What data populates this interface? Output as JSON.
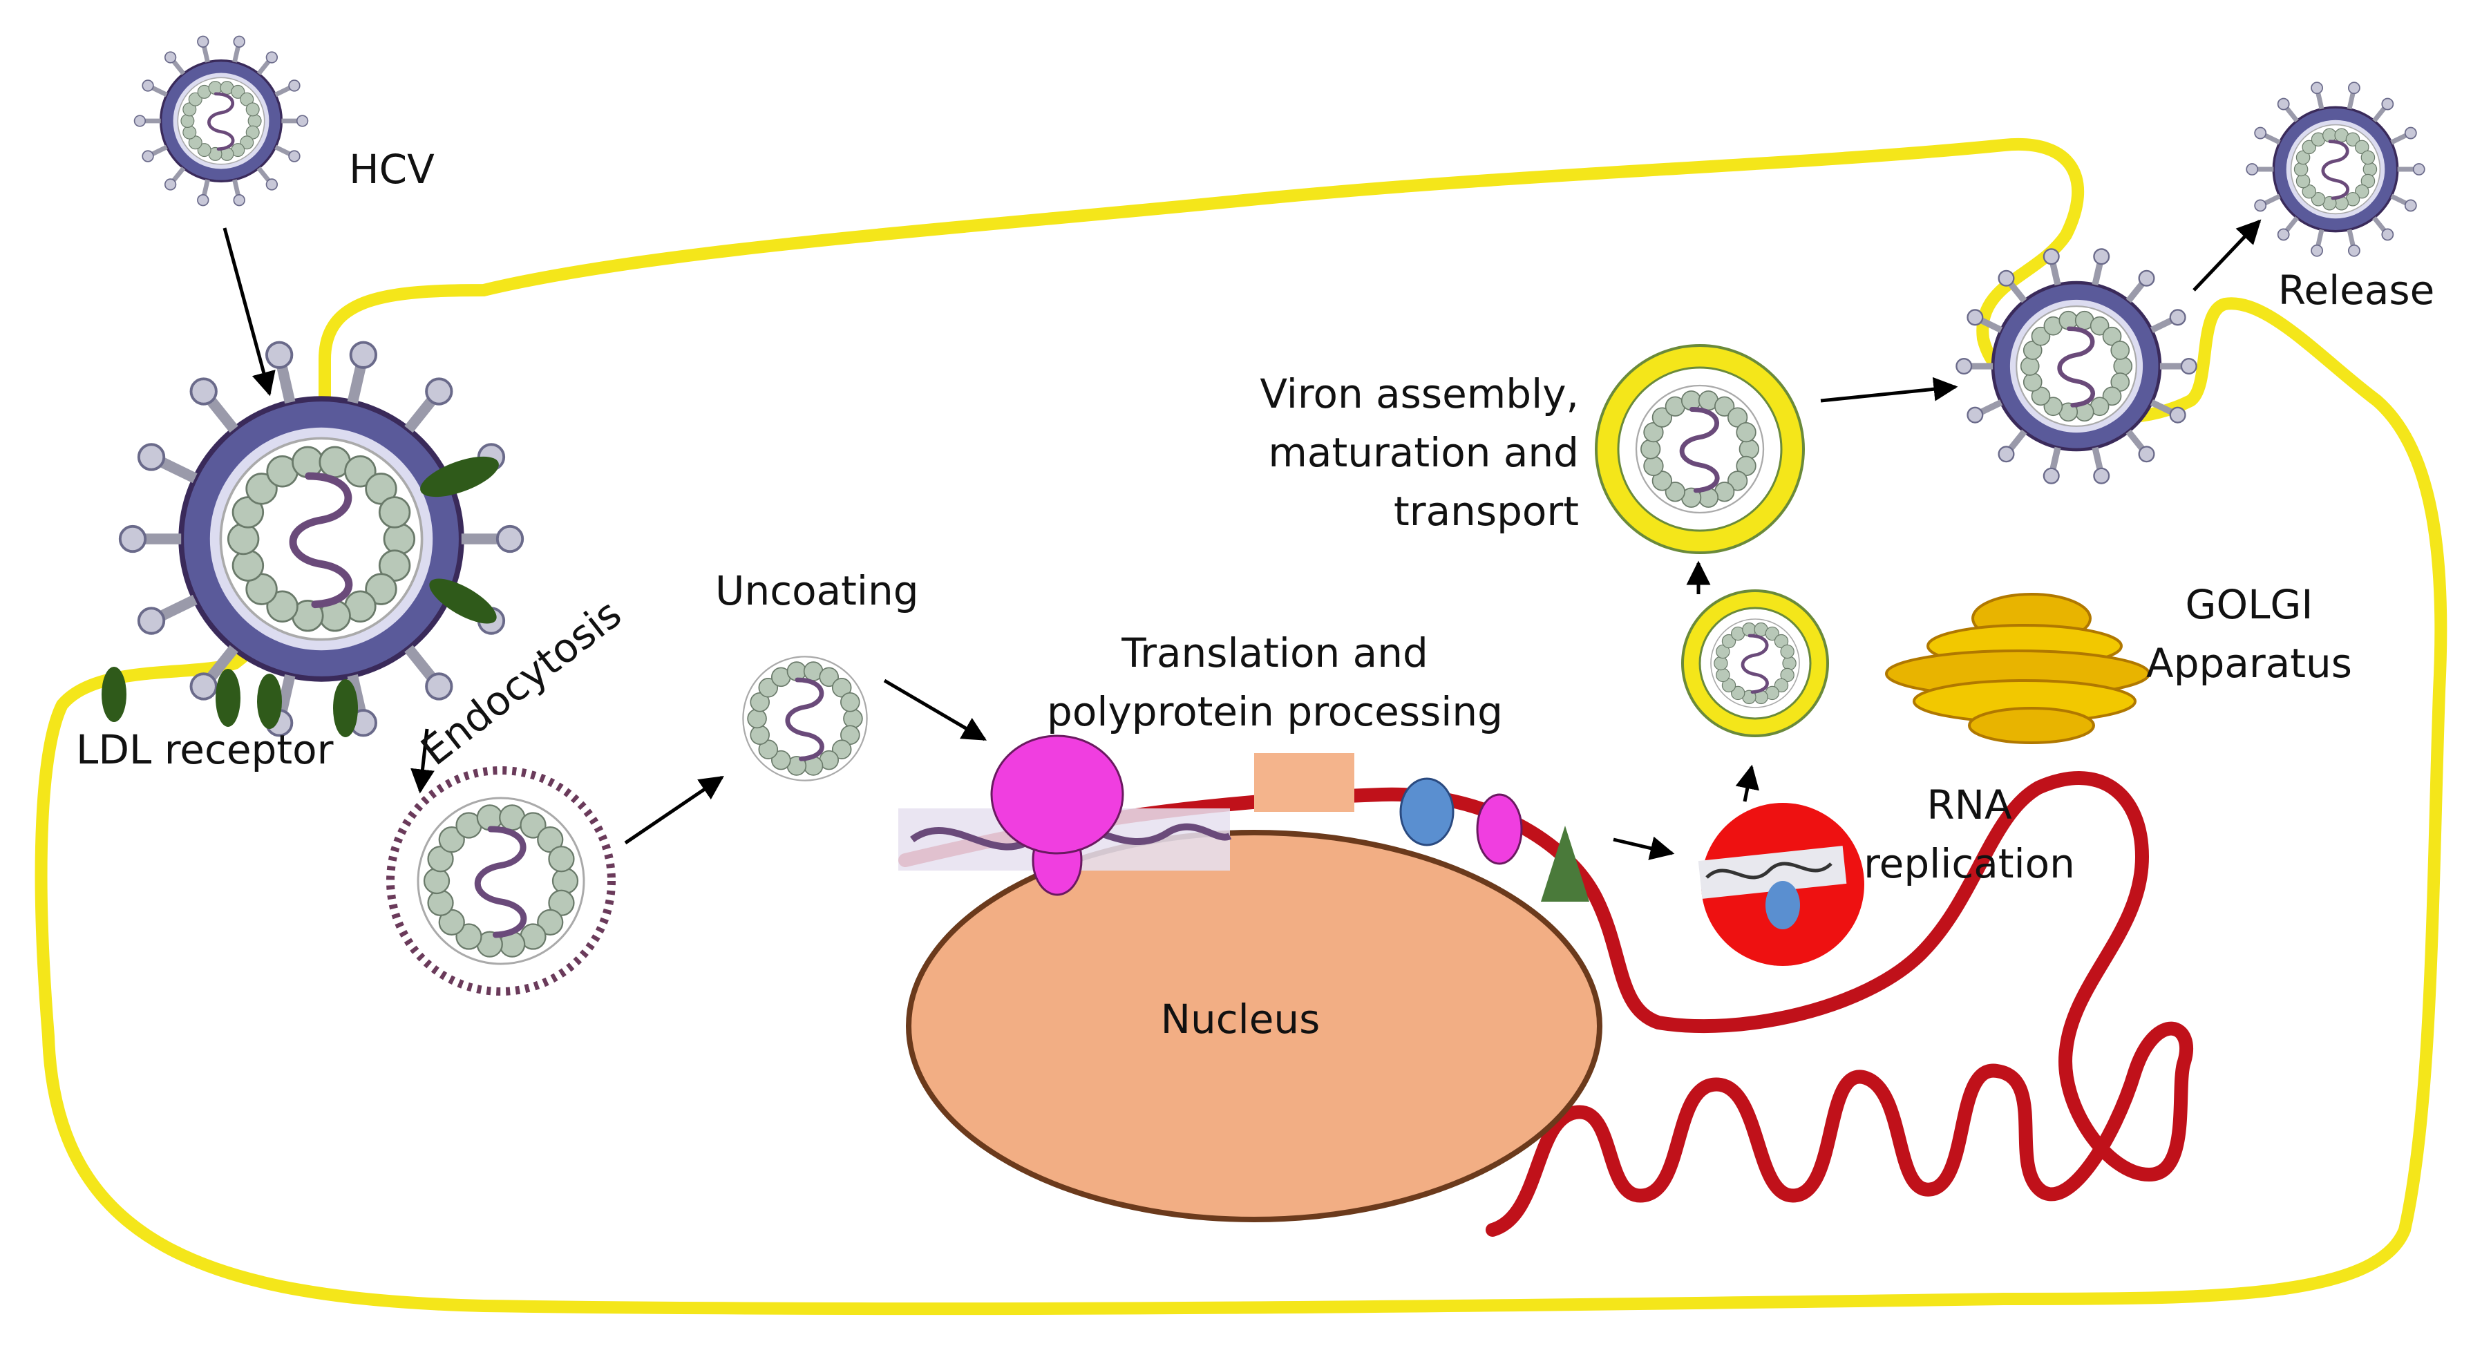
{
  "labels": {
    "hcv": "HCV",
    "ldl_receptor": "LDL receptor",
    "endocytosis": "Endocytosis",
    "uncoating": "Uncoating",
    "translation_line1": "Translation and",
    "translation_line2": "polyprotein processing",
    "viron_line1": "Viron assembly,",
    "viron_line2": "maturation and",
    "viron_line3": "transport",
    "golgi_line1": "GOLGI",
    "golgi_line2": "Apparatus",
    "rna_line1": "RNA",
    "rna_line2": "replication",
    "release": "Release",
    "nucleus": "Nucleus"
  },
  "colors": {
    "cell_membrane": "#f4e61a",
    "er_membrane": "#c0111a",
    "nucleus_fill": "#f2ae84",
    "nucleus_stroke": "#6b3a1c",
    "virus_envelope": "#5a5a9a",
    "capsid_bead": "#b8c8b8",
    "ldl_receptor": "#2f5a1a",
    "ribosome": "#f03ee0",
    "golgi": "#e8b400",
    "replication_complex": "#ee1111",
    "blue_protein": "#5a8fd0",
    "triangle_protein": "#4a7a3a",
    "block_protein": "#f4b48c"
  },
  "icons": [
    "hcv-virion-icon",
    "capsid-icon",
    "vesicle-icon",
    "golgi-icon",
    "ribosome-icon",
    "nucleus-shape"
  ]
}
